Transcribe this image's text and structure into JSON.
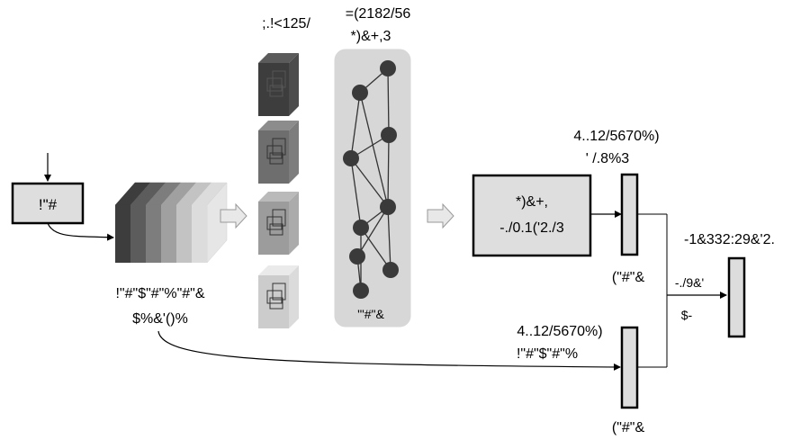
{
  "labels": {
    "input_box": "!\"#",
    "volume_caption_1": "!\"#\"$\"#\"%\"#\"&",
    "volume_caption_2": "$%&'()%",
    "slices_caption": ";.!<125/",
    "graph_caption_1": "=(2182/56",
    "graph_caption_2": "*)&+,3",
    "graph_bottom": "'\"#\"&",
    "model_box_1": "*)&+,",
    "model_box_2": "-./0.1('2./3",
    "vec_top_caption_1": "4..12/5670%)",
    "vec_top_caption_2": "'  /.8%3",
    "vec_top_below": "(\"#\"&",
    "vec_bottom_caption_1": "4..12/5670%)",
    "vec_bottom_caption_2": "!\"#\"$\"#\"%",
    "vec_bottom_below": "(\"#\"&",
    "fuse_label": "-./9&'",
    "fuse_label_2": "$-",
    "output_caption": "-1&332:29&'2."
  },
  "colors": {
    "volume_slabs": [
      "#3d3d3d",
      "#5c5c5c",
      "#7d7d7d",
      "#a0a0a0",
      "#c3c3c3",
      "#dcdcdc"
    ],
    "slices": [
      "#3d3d3d",
      "#6e6e6e",
      "#9c9c9c",
      "#cccccc"
    ],
    "graph_panel": "#d7d7d7",
    "node": "#3a3a3a",
    "box_fill": "#dedede",
    "vector_fill": "#dddddd",
    "arrow_block": "#e8e8e8"
  }
}
